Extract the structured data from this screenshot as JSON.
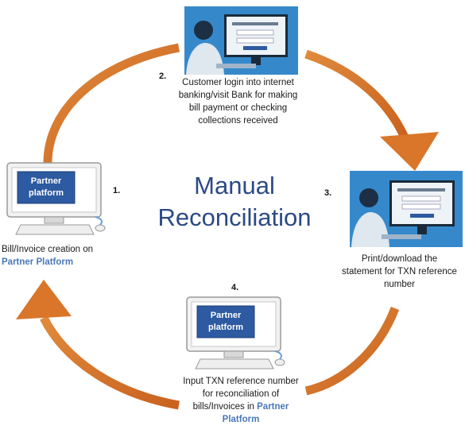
{
  "title_lines": [
    "Manual",
    "Reconciliation"
  ],
  "steps": [
    {
      "number": "1.",
      "screen_label_1": "Partner",
      "screen_label_2": "platform",
      "caption_1": "Bill/Invoice creation on",
      "caption_2": "Partner Platform"
    },
    {
      "number": "2.",
      "caption_1": "Customer login into internet",
      "caption_2": "banking/visit Bank for making",
      "caption_3": "bill payment or checking",
      "caption_4": "collections received"
    },
    {
      "number": "3.",
      "caption_1": "Print/download the",
      "caption_2": "statement for TXN reference",
      "caption_3": "number"
    },
    {
      "number": "4.",
      "screen_label_1": "Partner",
      "screen_label_2": "platform",
      "caption_1": "Input TXN reference number",
      "caption_2": "for reconciliation of",
      "caption_3": "bills/Invoices in",
      "caption_4": "Partner",
      "caption_5": "Platform"
    }
  ],
  "colors": {
    "arrow": "#d9782e",
    "title": "#2b4a86",
    "screen": "#2d5aa0",
    "highlight_text": "#4a78b8"
  }
}
